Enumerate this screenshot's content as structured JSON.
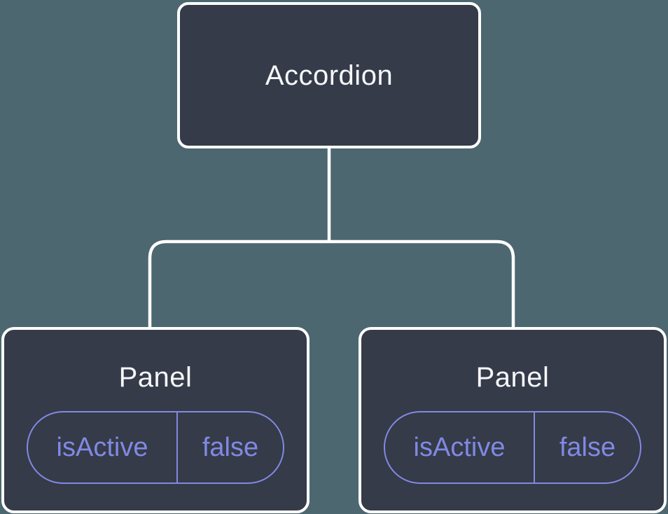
{
  "diagram": {
    "root": {
      "label": "Accordion"
    },
    "children": [
      {
        "label": "Panel",
        "state": {
          "name": "isActive",
          "value": "false"
        }
      },
      {
        "label": "Panel",
        "state": {
          "name": "isActive",
          "value": "false"
        }
      }
    ]
  },
  "colors": {
    "background": "#4C6770",
    "node_fill": "#353B48",
    "node_border": "#FFFFFF",
    "connector": "#FFFFFF",
    "label_text": "#F5F7FA",
    "state_accent": "#8189E4"
  }
}
